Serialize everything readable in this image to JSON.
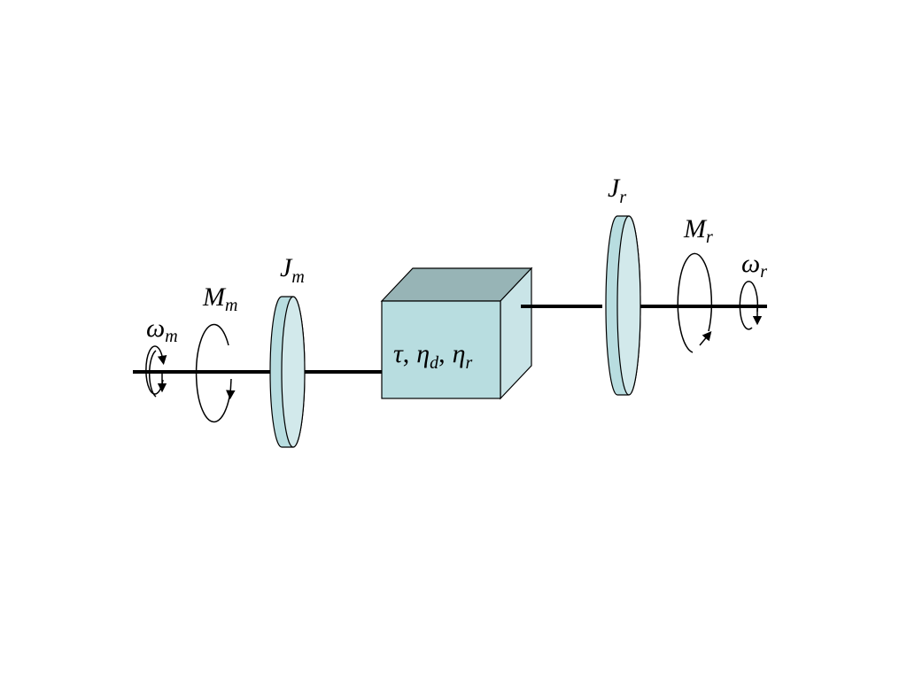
{
  "labels": {
    "omega_m": {
      "main": "ω",
      "sub": "m"
    },
    "M_m": {
      "main": "M",
      "sub": "m"
    },
    "J_m": {
      "main": "J",
      "sub": "m"
    },
    "J_r": {
      "main": "J",
      "sub": "r"
    },
    "M_r": {
      "main": "M",
      "sub": "r"
    },
    "omega_r": {
      "main": "ω",
      "sub": "r"
    }
  },
  "gearbox": {
    "tau": "τ",
    "sep1": ",",
    "eta": "η",
    "sub_d": "d",
    "sep2": ",",
    "eta2": "η",
    "sub_r": "r"
  },
  "colors": {
    "disc_face": "#b8dde0",
    "disc_rim": "#d2e9eb",
    "box_front": "#b8dde0",
    "box_top": "#97b4b6",
    "box_side": "#c9e4e7",
    "shaft": "#000000",
    "outline": "#000000"
  }
}
